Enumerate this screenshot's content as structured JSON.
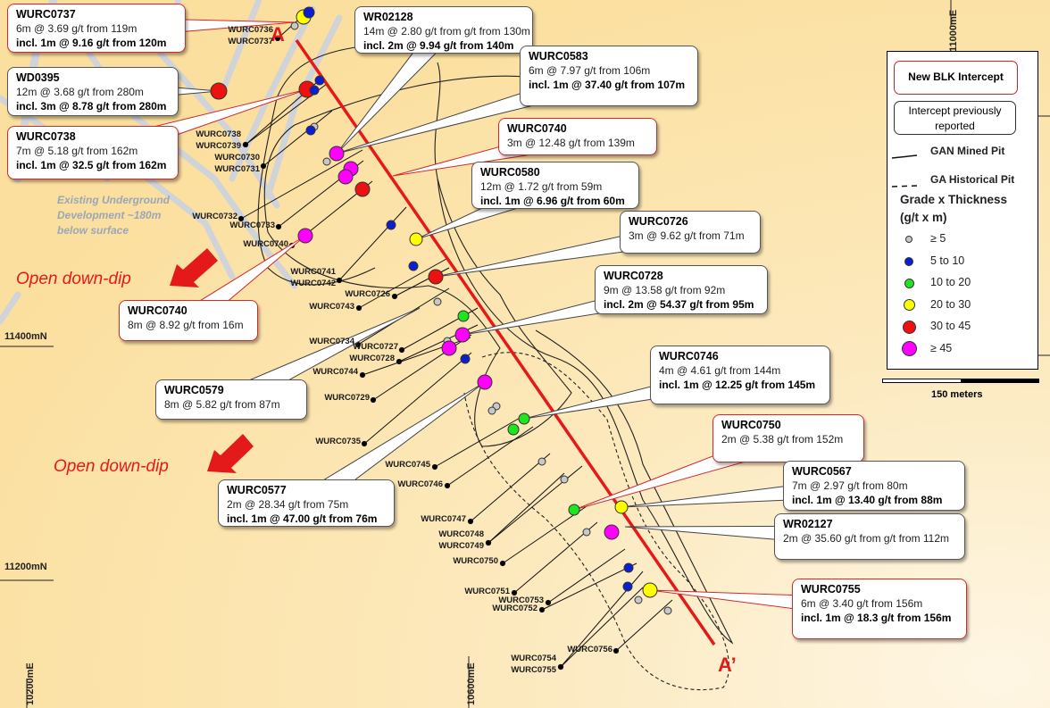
{
  "section": {
    "start_label": "A",
    "end_label": "A’",
    "line_color": "#e41a1a"
  },
  "grid_labels": {
    "e11000": "11000mE",
    "n11400": "11400mN",
    "n11200": "11200mN",
    "e10200": "10200mE",
    "e10600": "10600mE"
  },
  "annotations": {
    "open_down_dip_1": "Open down-dip",
    "open_down_dip_2": "Open down-dip",
    "underground": [
      "Existing Underground",
      "Development ~180m",
      "below surface"
    ]
  },
  "grade_colors": {
    "lt5": "#c8c8c8",
    "5to10": "#0a1ed2",
    "10to20": "#1ee61e",
    "20to30": "#ffff00",
    "30to45": "#ee1111",
    "ge45": "#ff00ff"
  },
  "holes": [
    "WURC0736",
    "WURC0737",
    "WURC0738",
    "WURC0739",
    "WURC0730",
    "WURC0731",
    "WURC0732",
    "WURC0733",
    "WURC0740",
    "WURC0741",
    "WURC0742",
    "WURC0726",
    "WURC0743",
    "WURC0734",
    "WURC0727",
    "WURC0728",
    "WURC0744",
    "WURC0729",
    "WURC0735",
    "WURC0745",
    "WURC0746",
    "WURC0747",
    "WURC0748",
    "WURC0749",
    "WURC0750",
    "WURC0751",
    "WURC0753",
    "WURC0752",
    "WURC0754",
    "WURC0755",
    "WURC0756"
  ],
  "callouts": [
    {
      "id": "WURC0737",
      "type": "new",
      "line1": "6m @ 3.69 g/t from 119m",
      "line2": "incl.  1m @ 9.16 g/t from 120m"
    },
    {
      "id": "WR02128",
      "type": "old",
      "line1": "14m @ 2.80 g/t from g/t from 130m",
      "line2": "incl. 2m @ 9.94 g/t from 140m"
    },
    {
      "id": "WD0395",
      "type": "old",
      "line1": "12m @ 3.68 g/t from 280m",
      "line2": "incl. 3m @ 8.78 g/t from 280m"
    },
    {
      "id": "WURC0583",
      "type": "old",
      "line1": "6m @ 7.97 g/t from 106m",
      "line2": "incl.  1m @ 37.40 g/t from 107m"
    },
    {
      "id": "WURC0738",
      "type": "new",
      "line1": "7m @ 5.18 g/t from 162m",
      "line2": "incl.  1m @ 32.5 g/t from 162m"
    },
    {
      "id": "WURC0740",
      "type": "new",
      "line1": "3m @ 12.48 g/t from 139m",
      "line2": ""
    },
    {
      "id": "WURC0580",
      "type": "old",
      "line1": "12m @ 1.72 g/t from 59m",
      "line2": "incl.  1m @ 6.96 g/t from 60m"
    },
    {
      "id": "WURC0726",
      "type": "old",
      "line1": "3m @ 9.62 g/t from 71m",
      "line2": ""
    },
    {
      "id": "WURC0728",
      "type": "old",
      "line1": "9m @ 13.58 g/t from 92m",
      "line2": "incl.  2m @ 54.37 g/t from 95m"
    },
    {
      "id": "WURC0740",
      "type": "new",
      "line1": "8m @ 8.92 g/t from 16m",
      "line2": ""
    },
    {
      "id": "WURC0579",
      "type": "old",
      "line1": "8m @ 5.82 g/t from 87m",
      "line2": ""
    },
    {
      "id": "WURC0746",
      "type": "old",
      "line1": "4m @ 4.61 g/t from 144m",
      "line2": "incl.  1m @ 12.25 g/t from 145m"
    },
    {
      "id": "WURC0750",
      "type": "new",
      "line1": "2m @ 5.38 g/t from 152m",
      "line2": ""
    },
    {
      "id": "WURC0567",
      "type": "old",
      "line1": "7m @ 2.97 g/t from 80m",
      "line2": "incl.  1m @ 13.40 g/t from 88m"
    },
    {
      "id": "WR02127",
      "type": "old",
      "line1": "2m @ 35.60 g/t from g/t from 112m",
      "line2": ""
    },
    {
      "id": "WURC0577",
      "type": "old",
      "line1": "2m @ 28.34 g/t from 75m",
      "line2": "incl.  1m @ 47.00 g/t from 76m"
    },
    {
      "id": "WURC0755",
      "type": "new",
      "line1": "6m @ 3.40 g/t from 156m",
      "line2": "incl.  1m @ 18.3 g/t from 156m"
    }
  ],
  "legend": {
    "new_intercept": "New BLK Intercept",
    "prev_intercept": "Intercept previously reported",
    "gan_pit": "GAN Mined Pit",
    "ga_pit": "GA Historical Pit",
    "grade_title": "Grade x Thickness",
    "grade_unit": "(g/t x m)",
    "classes": [
      "≥ 5",
      "5 to 10",
      "10 to 20",
      "20 to 30",
      "30 to 45",
      "≥ 45"
    ]
  },
  "scale_bar": {
    "label": "150 meters"
  }
}
